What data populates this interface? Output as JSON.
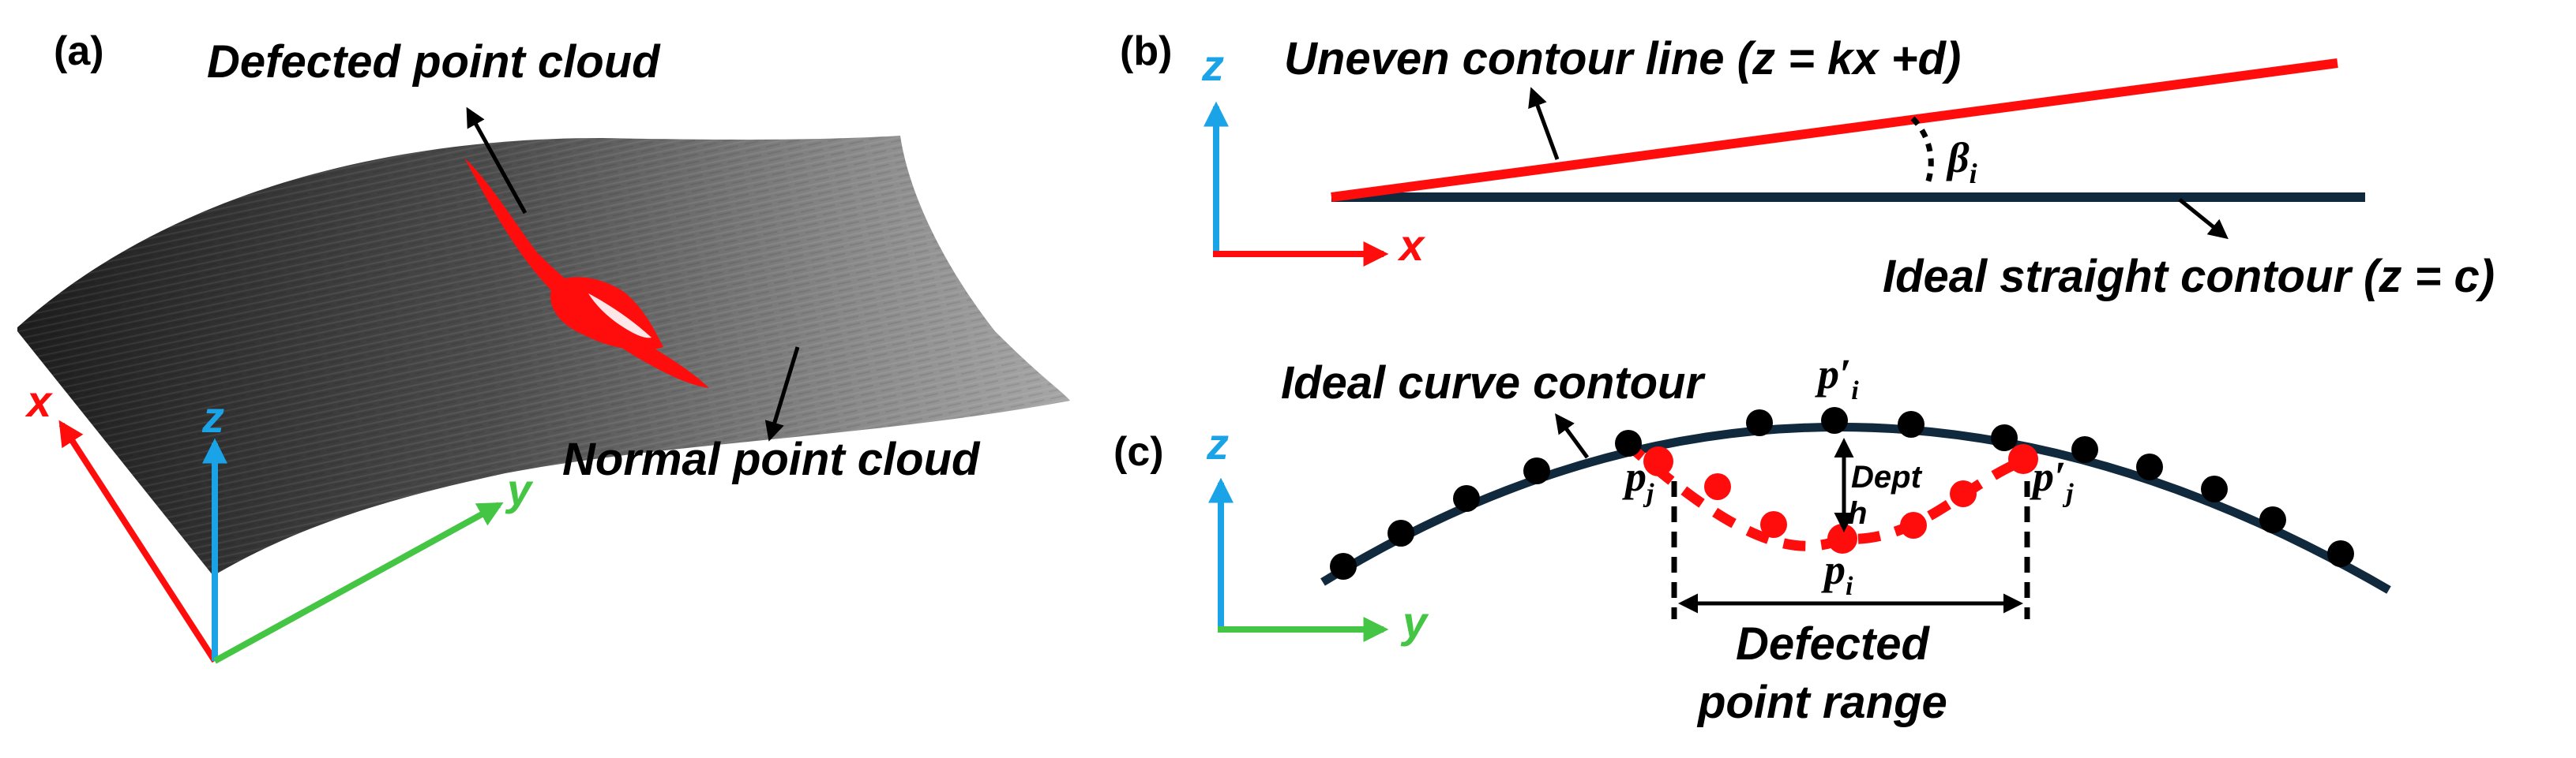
{
  "colors": {
    "red": "#ff0d0d",
    "blue": "#1aa3e6",
    "green": "#44c544",
    "navy": "#10293d",
    "black": "#000000"
  },
  "panel_a": {
    "tag": "(a)",
    "defected_label": "Defected point cloud",
    "normal_label": "Normal point cloud",
    "axis_x": "x",
    "axis_y": "y",
    "axis_z": "z"
  },
  "panel_b": {
    "tag": "(b)",
    "uneven_label": "Uneven contour line (z = kx +d)",
    "ideal_label": "Ideal straight contour (z = c)",
    "angle_label": "β",
    "angle_sub": "i",
    "axis_x": "x",
    "axis_z": "z"
  },
  "panel_c": {
    "tag": "(c)",
    "ideal_curve_label": "Ideal curve contour",
    "p_i_prime": "p′",
    "p_i_prime_sub": "i",
    "p_j": "p",
    "p_j_sub": "j",
    "p_j_prime": "p′",
    "p_j_prime_sub": "j",
    "p_i": "p",
    "p_i_sub": "i",
    "depth_line1": "Dept",
    "depth_line2": "h",
    "range_line1": "Defected",
    "range_line2": "point range",
    "axis_y": "y",
    "axis_z": "z"
  }
}
